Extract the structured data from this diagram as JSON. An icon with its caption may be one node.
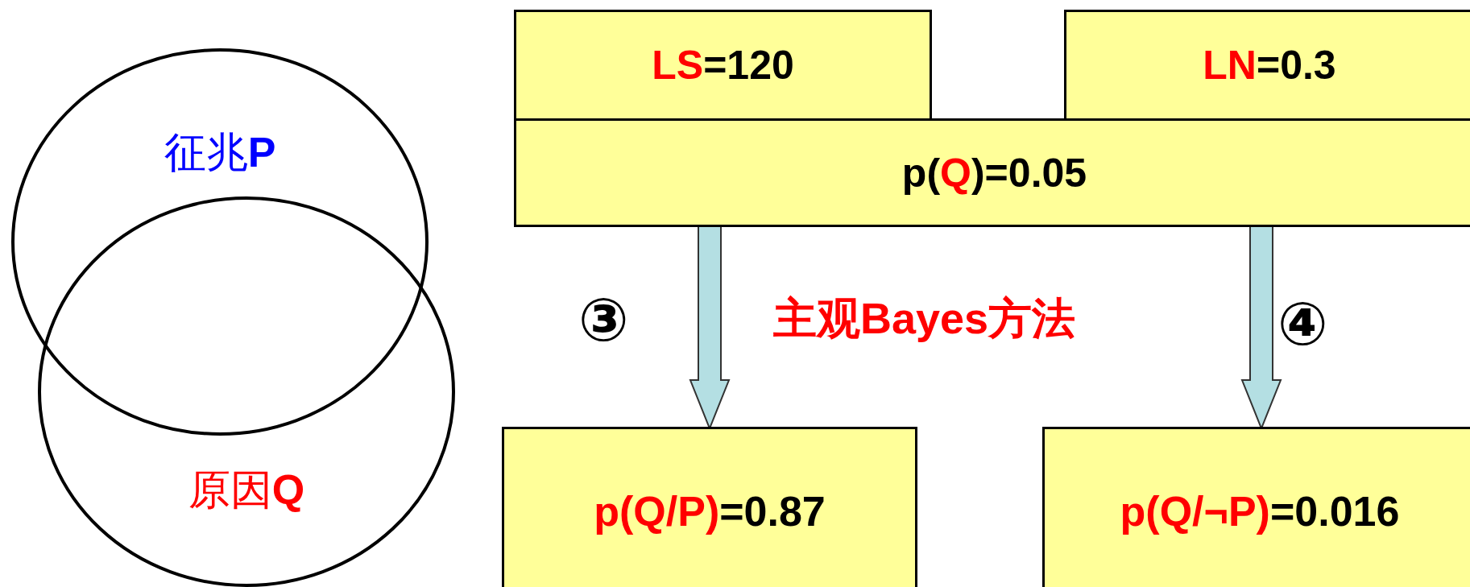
{
  "diagram": {
    "nodes": [
      {
        "text": [
          "征兆**P**"
        ]
      },
      {
        "text": [
          "原因**Q**"
        ]
      },
      {
        "text": [
          "*LS*=120"
        ]
      },
      {
        "text": [
          "*LN*=0.3"
        ]
      },
      {
        "text": [
          "p(*Q*)=0.05"
        ]
      },
      {
        "text": [
          "*p(Q/P)*=0.87"
        ]
      },
      {
        "text": [
          "*p(Q/¬P)*=0.016"
        ]
      }
    ],
    "edges": [
      {
        "from": 4,
        "to": 5,
        "arrow": "to"
      },
      {
        "from": 4,
        "to": 6,
        "arrow": "to"
      }
    ],
    "labels": [
      "③",
      "主观Bayes方法",
      "④"
    ]
  }
}
